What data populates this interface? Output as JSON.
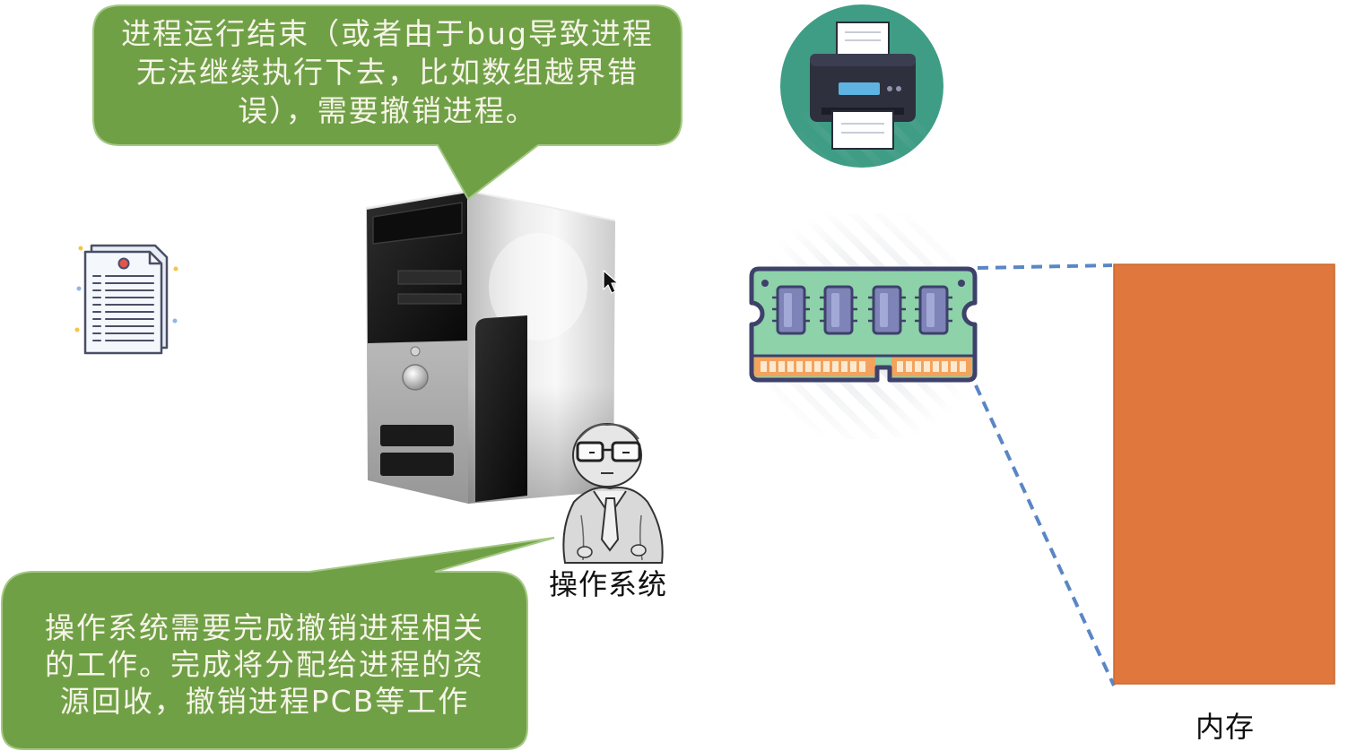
{
  "top_bubble": {
    "lines": [
      "进程运行结束（或者由于bug导致进程",
      "无法继续执行下去，比如数组越界错",
      "误），需要撤销进程。"
    ]
  },
  "bottom_bubble": {
    "lines": [
      "操作系统需要完成撤销进程相关",
      "的工作。完成将分配给进程的资",
      "源回收，撤销进程PCB等工作"
    ]
  },
  "os_label": "操作系统",
  "memory_label": "内存",
  "icons": {
    "document": "document-icon",
    "computer": "computer-tower-icon",
    "printer": "printer-icon",
    "os_person": "person-icon",
    "ram": "ram-stick-icon",
    "cursor": "mouse-cursor-icon"
  },
  "colors": {
    "bubble_fill": "#70A046",
    "memory_block": "#E0773D",
    "dashed_line": "#5A86C5",
    "printer_circle": "#3F9D85",
    "ram_board": "#8DD2A8"
  }
}
